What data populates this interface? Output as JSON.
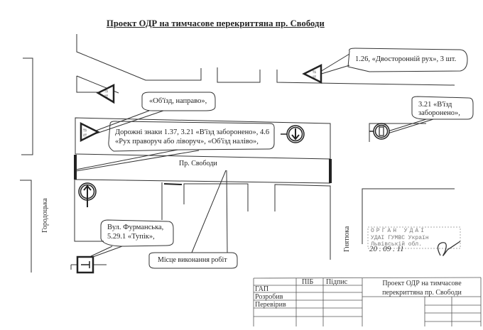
{
  "title": "Проект ОДР на тимчасове перекриттяна пр. Свободи",
  "street_labels": {
    "main_street": "Пр. Свободи",
    "left_street": "Городоцька",
    "right_street": "Гнятюка"
  },
  "callouts": {
    "two_way": "1.26, «Двосторонній рух», 3 шт.",
    "detour_right": "«Об'їзд, направо»,",
    "road_signs_line1": "Дорожні знаки 1.37, 3.21 «В'їзд заборонено», 4.6",
    "road_signs_line2": "«Рух праворуч або ліворуч», «Об'їзд наліво»,",
    "no_entry_line1": "3.21 «В'їзд",
    "no_entry_line2": "заборонено»,",
    "furmanska_line1": "Вул. Фурманська,",
    "furmanska_line2": "5.29.1 «Тупік»,",
    "work_site": "Місце виконання робіт"
  },
  "signs": [
    {
      "id": "two-way-sign-1",
      "type": "triangle-two-way-icon"
    },
    {
      "id": "two-way-sign-2",
      "type": "triangle-two-way-icon"
    },
    {
      "id": "two-way-sign-3",
      "type": "triangle-two-way-icon"
    },
    {
      "id": "no-entry-sign",
      "type": "no-entry-icon"
    },
    {
      "id": "turn-sign-down",
      "type": "arrow-down-circle-icon"
    },
    {
      "id": "turn-sign-up",
      "type": "arrow-up-circle-icon"
    },
    {
      "id": "dead-end-sign",
      "type": "dead-end-icon"
    }
  ],
  "stamp": {
    "line1": "ОРГАН УДАІ",
    "line2": "УДАІ ГУМВС Україн",
    "line3": "Львівській обл.",
    "date": "20 . 09 . 11"
  },
  "title_block": {
    "headers": [
      "ПІБ",
      "Підпис"
    ],
    "rows": [
      "ГАП",
      "Розробив",
      "Перевірив"
    ],
    "project": "Проект ОДР на тимчасове перекриттяна пр. Свободи"
  }
}
